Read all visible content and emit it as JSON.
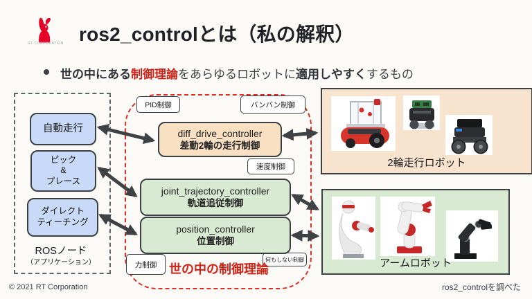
{
  "colors": {
    "accent_red": "#cf2318",
    "dashed_red": "#d93025",
    "blue_box": "#c9daf8",
    "tan_box": "#f9e0c3",
    "green_box": "#d9ead3",
    "arrow": "#3f4245"
  },
  "header": {
    "logo_text": "RT CORPORATION",
    "title": "ros2_controlとは（私の解釈）"
  },
  "bullet": {
    "part1": "世の中にある",
    "part2": "制御理論",
    "part3": "をあらゆるロボットに",
    "part4": "適用しやすく",
    "part5": "するもの"
  },
  "left_panel": {
    "nodes": [
      "自動走行",
      "ピック\n&\nプレース",
      "ダイレクト\nティーチング"
    ],
    "caption_main": "ROSノード",
    "caption_sub": "（アプリケーション）"
  },
  "middle_panel": {
    "tags": [
      "PID制御",
      "バンバン制御",
      "速度制御",
      "力制御",
      "何もしない制御"
    ],
    "controllers": [
      {
        "name": "diff_drive_controller",
        "desc": "差動2輪の走行制御"
      },
      {
        "name": "joint_trajectory_controller",
        "desc": "軌道追従制御"
      },
      {
        "name": "position_controller",
        "desc": "位置制御"
      }
    ],
    "caption": "世の中の制御理論"
  },
  "right_panel": {
    "groups": [
      {
        "label": "2輪走行ロボット",
        "images": [
          "red-wheeled-robot",
          "mini-black-robot",
          "black-wheeled-robot"
        ]
      },
      {
        "label": "アームロボット",
        "images": [
          "white-humanoid-robot",
          "white-robot-arm",
          "black-robot-arm"
        ]
      }
    ]
  },
  "footer": {
    "copyright": "© 2021 RT Corporation",
    "note": "ros2_controlを調べた"
  }
}
